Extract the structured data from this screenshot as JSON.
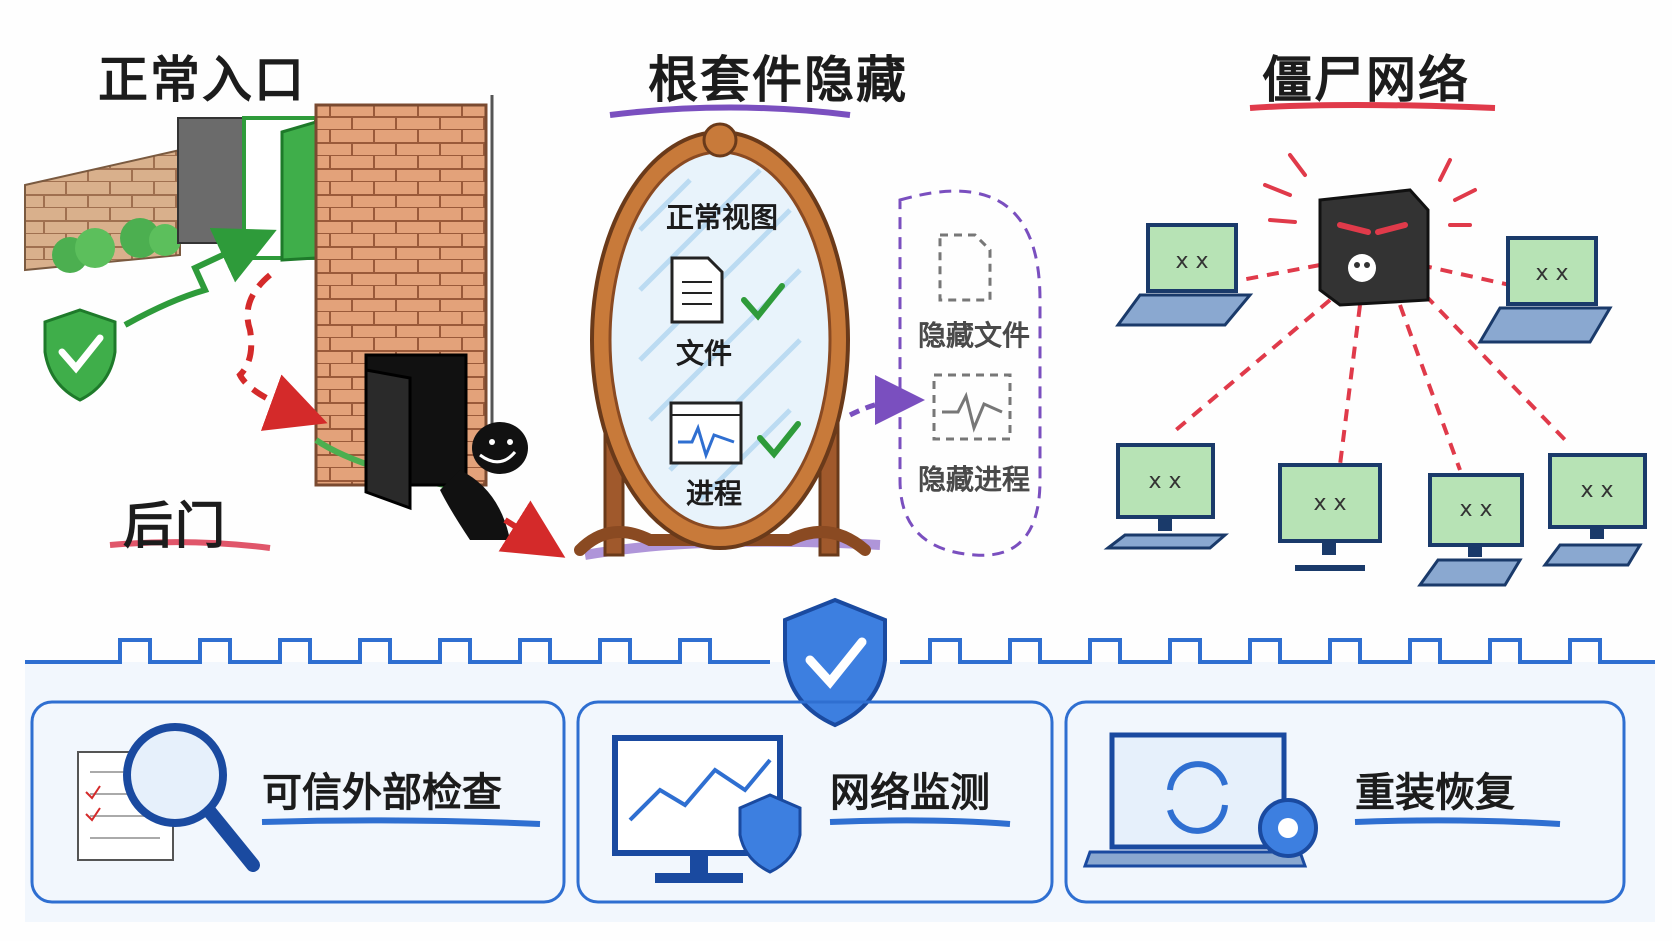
{
  "sections": {
    "entrance": {
      "title": "正常入口",
      "backdoor": "后门",
      "colors": {
        "safe": "#2e9b3a",
        "danger": "#d42a2a"
      }
    },
    "rootkit": {
      "title": "根套件隐藏",
      "normal_view": "正常视图",
      "file": "文件",
      "process": "进程",
      "hidden_file": "隐藏文件",
      "hidden_process": "隐藏进程",
      "accent": "#7a4fbf"
    },
    "botnet": {
      "title": "僵尸网络",
      "accent": "#e03a4a"
    }
  },
  "defenses": {
    "accent": "#2f6fd1",
    "items": [
      {
        "label": "可信外部检查",
        "icon": "magnifier-checklist-icon"
      },
      {
        "label": "网络监测",
        "icon": "monitor-chart-shield-icon"
      },
      {
        "label": "重装恢复",
        "icon": "laptop-refresh-gear-icon"
      }
    ]
  }
}
